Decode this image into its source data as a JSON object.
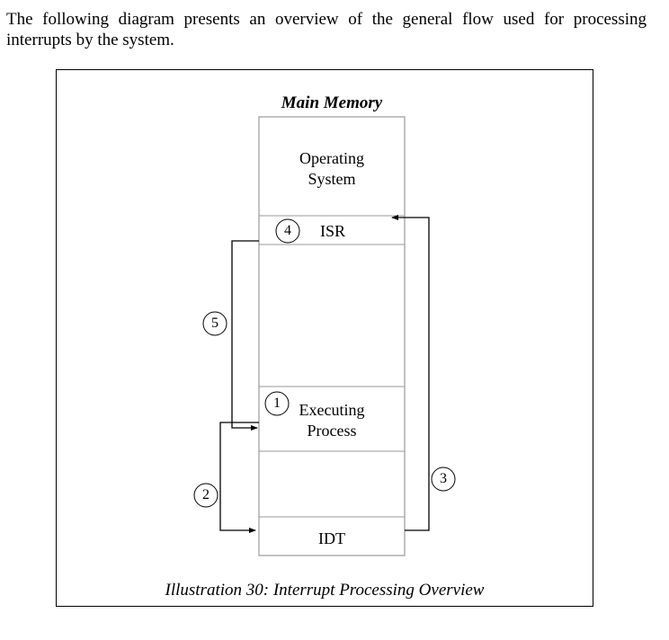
{
  "intro_text": "The following diagram presents an overview of the general flow used for processing interrupts by the system.",
  "diagram": {
    "memory_title": "Main Memory",
    "os_line1": "Operating",
    "os_line2": "System",
    "isr": "ISR",
    "exec_line1": "Executing",
    "exec_line2": "Process",
    "idt": "IDT",
    "steps": [
      "1",
      "2",
      "3",
      "4",
      "5"
    ]
  },
  "caption": "Illustration 30: Interrupt Processing Overview"
}
